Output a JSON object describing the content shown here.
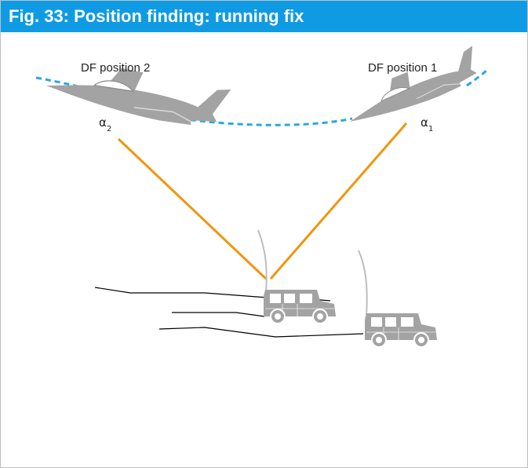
{
  "figure": {
    "title": "Fig. 33: Position finding: running fix",
    "labels": {
      "df_position_2": "DF position 2",
      "df_position_1": "DF position 1",
      "alpha_symbol": "α",
      "alpha_2_sub": "2",
      "alpha_1_sub": "1"
    },
    "colors": {
      "title_bar": "#0e9be3",
      "bearing_lines": "#f0960f",
      "flight_path": "#2aa8e0",
      "aircraft": "#a3a3a3",
      "vehicle": "#a3a3a3",
      "terrain_lines": "#000000"
    },
    "icons": [
      "jet-aircraft",
      "off-road-vehicle",
      "antenna-mast"
    ]
  }
}
